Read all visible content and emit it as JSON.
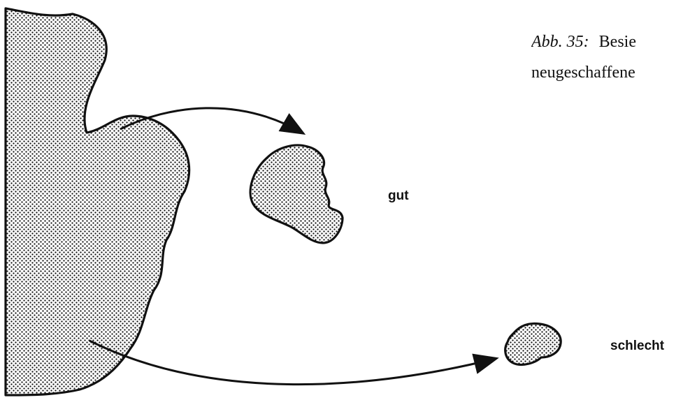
{
  "caption": {
    "figure_label": "Abb. 35:",
    "line1_text": "Besie",
    "line2_text": "neugeschaffene"
  },
  "outcomes": {
    "good": "gut",
    "bad": "schlecht"
  },
  "colors": {
    "ink": "#111111",
    "fill": "#ffffff",
    "dots": "#111111"
  }
}
